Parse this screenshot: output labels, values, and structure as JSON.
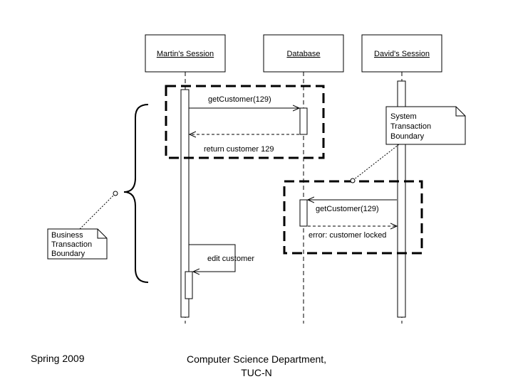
{
  "participants": {
    "martin": "Martin's Session",
    "database": "Database",
    "david": "David's Session"
  },
  "messages": {
    "get_customer_1": "getCustomer(129)",
    "return_customer": "return customer 129",
    "get_customer_2": "getCustomer(129)",
    "error_locked": "error: customer locked",
    "edit_customer": "edit customer"
  },
  "notes": {
    "system_boundary": [
      "System",
      "Transaction",
      "Boundary"
    ],
    "business_boundary": [
      "Business",
      "Transaction",
      "Boundary"
    ]
  },
  "footer": {
    "date": "Spring 2009",
    "department_line1": "Computer Science Department,",
    "department_line2": "TUC-N"
  }
}
